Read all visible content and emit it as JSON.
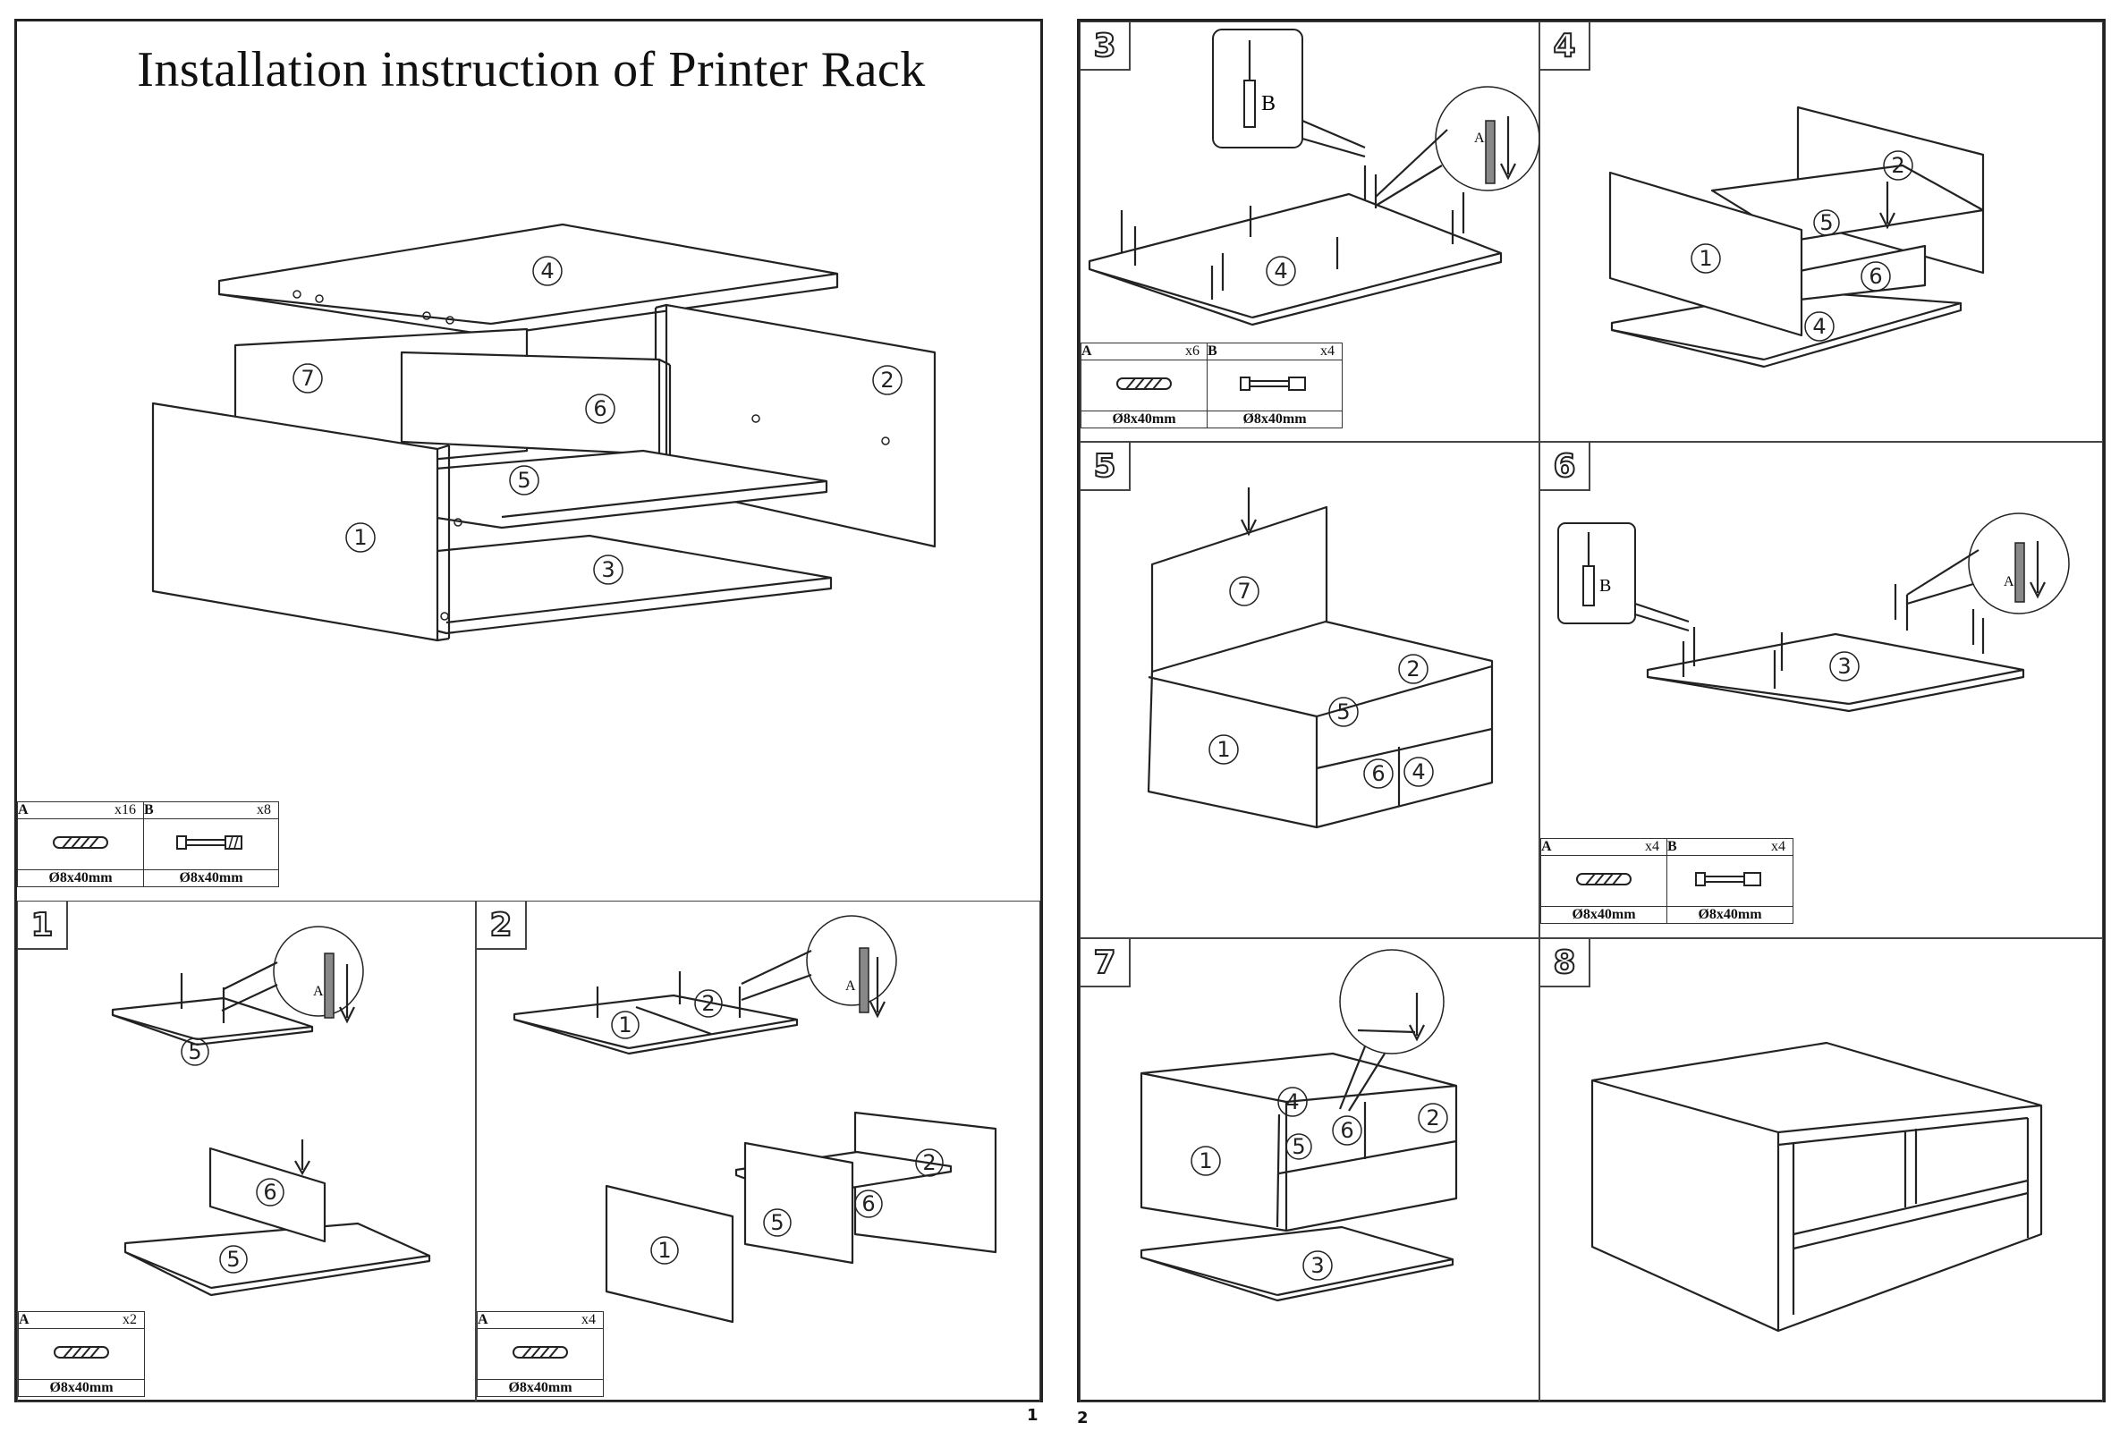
{
  "title": "Installation instruction of Printer Rack",
  "page_numbers": [
    "1",
    "2"
  ],
  "steps": [
    "1",
    "2",
    "3",
    "4",
    "5",
    "6",
    "7",
    "8"
  ],
  "callout_labels": {
    "dowel": "A",
    "cam_bolt": "B"
  },
  "hardware": {
    "overview": {
      "a_label": "A",
      "a_qty": "x16",
      "b_label": "B",
      "b_qty": "x8",
      "a_size": "Ø8x40mm",
      "b_size": "Ø8x40mm"
    },
    "step1": {
      "a_label": "A",
      "a_qty": "x2",
      "a_size": "Ø8x40mm"
    },
    "step2": {
      "a_label": "A",
      "a_qty": "x4",
      "a_size": "Ø8x40mm"
    },
    "step3": {
      "a_label": "A",
      "a_qty": "x6",
      "b_label": "B",
      "b_qty": "x4",
      "a_size": "Ø8x40mm",
      "b_size": "Ø8x40mm"
    },
    "step6": {
      "a_label": "A",
      "a_qty": "x4",
      "b_label": "B",
      "b_qty": "x4",
      "a_size": "Ø8x40mm",
      "b_size": "Ø8x40mm"
    }
  },
  "part_numbers": {
    "p1": "1",
    "p2": "2",
    "p3": "3",
    "p4": "4",
    "p5": "5",
    "p6": "6",
    "p7": "7"
  },
  "icons": [
    "dowel-icon",
    "cam-bolt-icon",
    "down-arrow-icon",
    "callout-circle-icon"
  ]
}
